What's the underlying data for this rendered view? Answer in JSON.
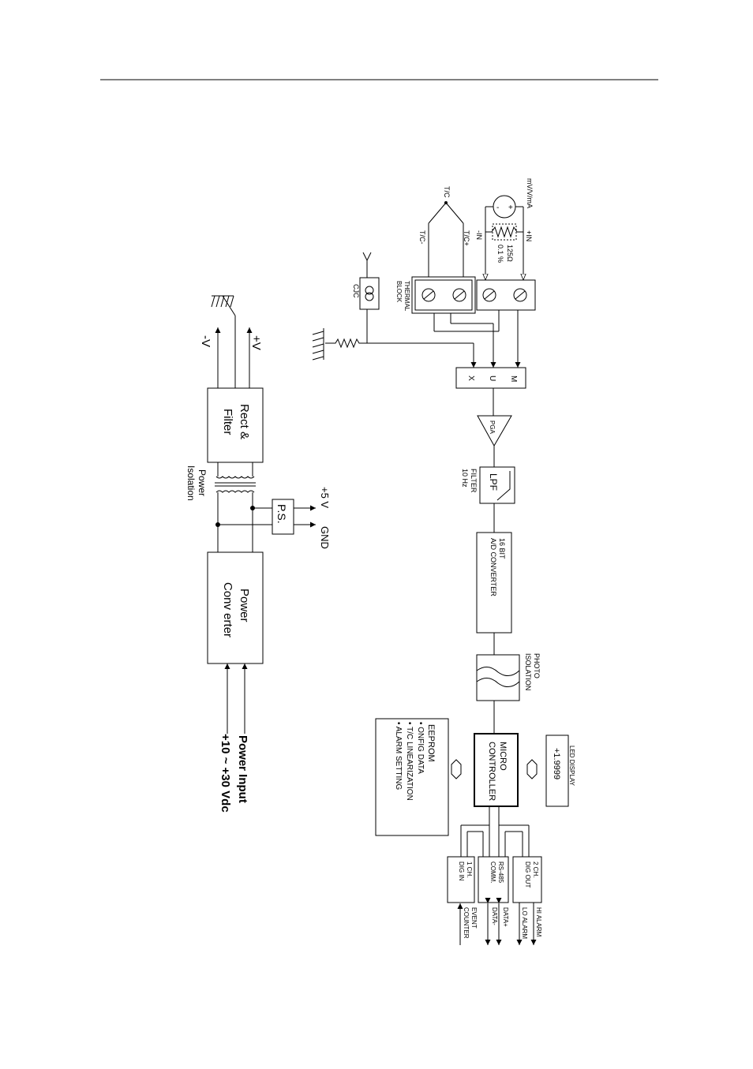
{
  "labels": {
    "tc": "T/C",
    "tc_minus": "T/C-",
    "tc_plus": "T/C+",
    "mv_v_ma": "mV/V/mA",
    "in_minus": "-IN",
    "in_plus": "+IN",
    "resistor": "125Ω",
    "resistor_tol": "0.1 %",
    "thermal_block_1": "THERMAL",
    "thermal_block_2": "BLOCK",
    "cjc": "CJC",
    "mux_x": "X",
    "mux_u": "U",
    "mux_m": "M",
    "pga": "PGA",
    "lpf": "LPF",
    "filter_1": "FILTER",
    "filter_2": "10 Hz",
    "adc_1": "16 BIT",
    "adc_2": "A/D CONVERTER",
    "photo_1": "PHOTO",
    "photo_2": "ISOLATION",
    "micro_1": "MICRO",
    "micro_2": "CONTROLLER",
    "led_display_label": "LED DISPLAY",
    "led_display_value": "+1.9999",
    "eeprom_title": "EEPROM",
    "eeprom_1": "• ONFIG DATA",
    "eeprom_2": "• T/C LINEARIZATION",
    "eeprom_3": "• ALARM SETTING",
    "dig_in_1": "1 CH.",
    "dig_in_2": "DIG IN",
    "rs485_1": "RS-485",
    "rs485_2": "COMM.",
    "dig_out_1": "2 CH.",
    "dig_out_2": "DIG OUT",
    "hi_alarm": "HI ALARM",
    "lo_alarm": "LO ALARM",
    "data_plus": "DATA+",
    "data_minus": "DATA-",
    "event_1": "EVENT",
    "event_2": "COUNTER",
    "plus_v": "+V",
    "minus_v": "-V",
    "rect_1": "Rect &",
    "rect_2": "Filter",
    "power_iso_1": "Power",
    "power_iso_2": "Isolation",
    "ps": "P.S.",
    "plus_5v": "+5 V",
    "gnd": "GND",
    "pconv_1": "Power",
    "pconv_2": "Conv erter",
    "power_input_1": "Power Input",
    "power_input_2": "+10 ~ +30 Vdc"
  }
}
